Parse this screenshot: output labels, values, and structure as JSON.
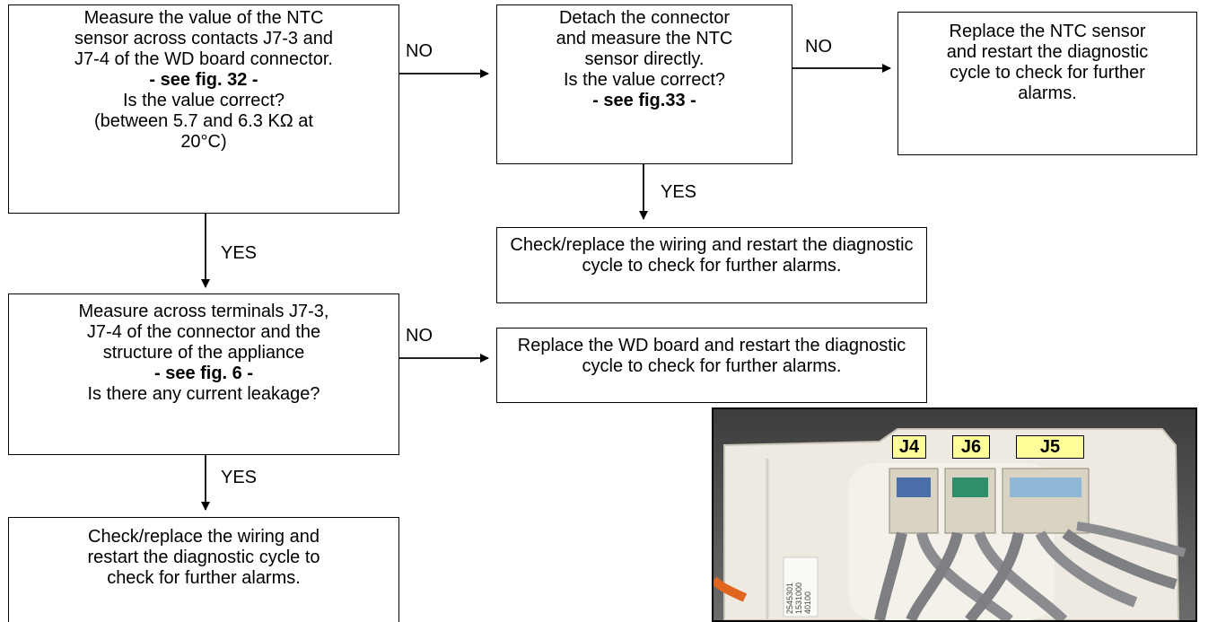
{
  "box1": {
    "lines": [
      "Measure the value of the NTC",
      "sensor across contacts J7-3 and",
      "J7-4 of the WD board connector.",
      "- see fig. 32 -",
      "Is the value correct?",
      "(between 5.7 and 6.3 KΩ at",
      "20°C)"
    ]
  },
  "box2": {
    "lines": [
      "Detach the connector",
      "and measure the NTC",
      "sensor directly.",
      "Is the value correct?",
      "- see fig.33 -"
    ]
  },
  "box3": {
    "lines": [
      "Replace the NTC sensor",
      "and restart the diagnostic",
      "cycle to check for further",
      "alarms."
    ]
  },
  "box4": {
    "lines": [
      "Check/replace the wiring and restart the diagnostic",
      "cycle to check for further alarms."
    ]
  },
  "box5": {
    "lines": [
      "Measure across terminals J7-3,",
      "J7-4 of the connector and the",
      "structure of the appliance",
      "- see fig. 6 -",
      "Is there any current leakage?"
    ]
  },
  "box6": {
    "lines": [
      "Replace the WD board and restart the diagnostic",
      "cycle to check for further alarms."
    ]
  },
  "box7": {
    "lines": [
      "Check/replace the wiring and",
      "restart the diagnostic cycle to",
      "check for further alarms."
    ]
  },
  "labels": {
    "no1": "NO",
    "no2": "NO",
    "no3": "NO",
    "yes1": "YES",
    "yes2": "YES",
    "yes3": "YES"
  },
  "photo": {
    "connectors": [
      "J4",
      "J6",
      "J5"
    ],
    "sticker_lines": [
      "2545301",
      "1531000",
      "40100"
    ]
  }
}
